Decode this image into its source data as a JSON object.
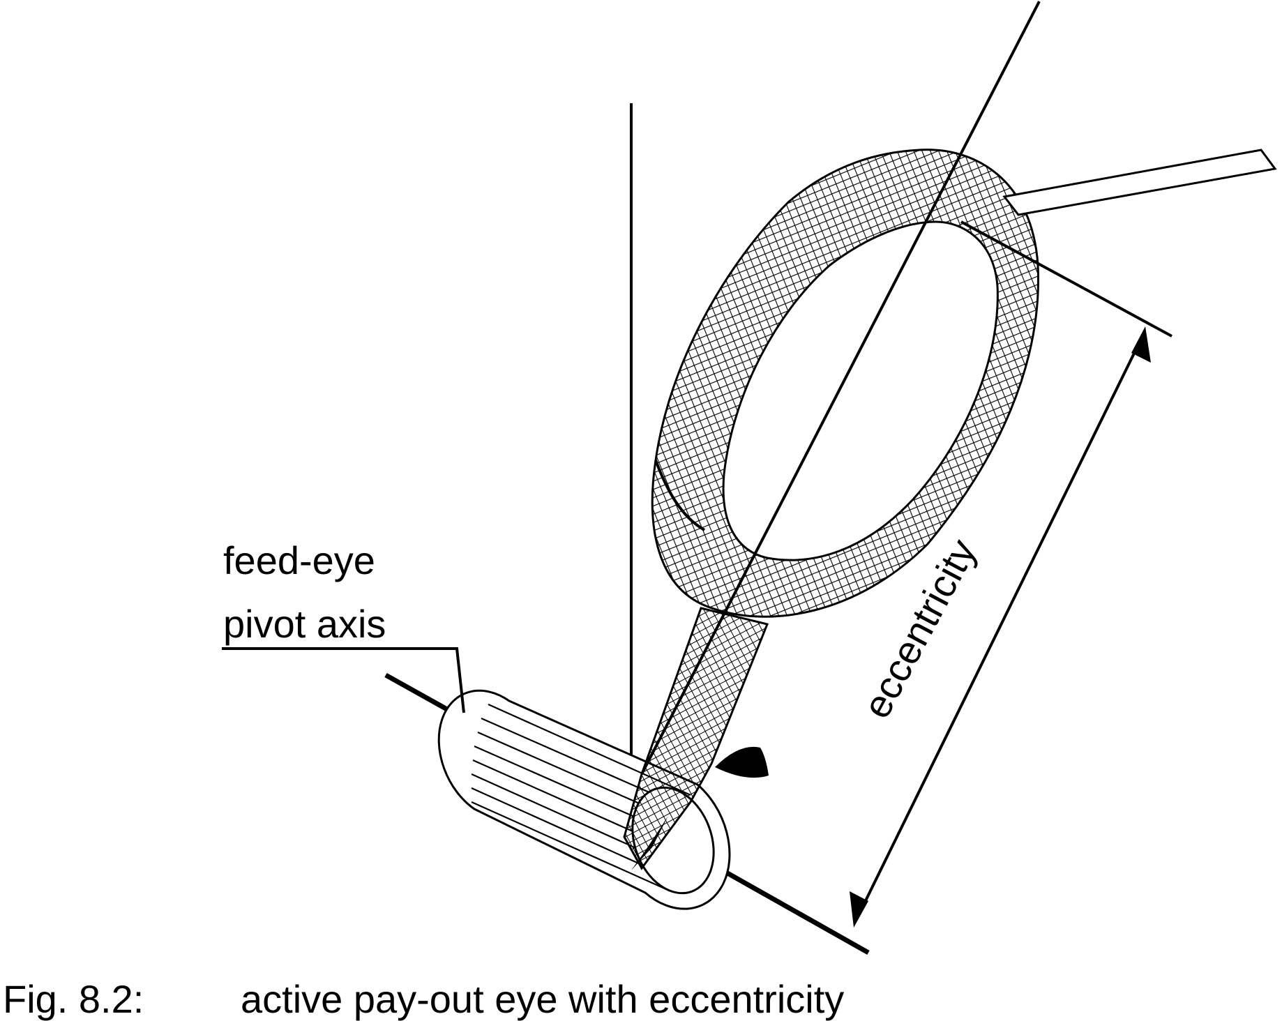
{
  "figure": {
    "labels": {
      "feed_eye": "feed-eye",
      "pivot_axis": "pivot axis",
      "eccentricity": "eccentricity"
    },
    "caption": {
      "number": "Fig. 8.2:",
      "text": "active pay-out eye with eccentricity"
    }
  }
}
